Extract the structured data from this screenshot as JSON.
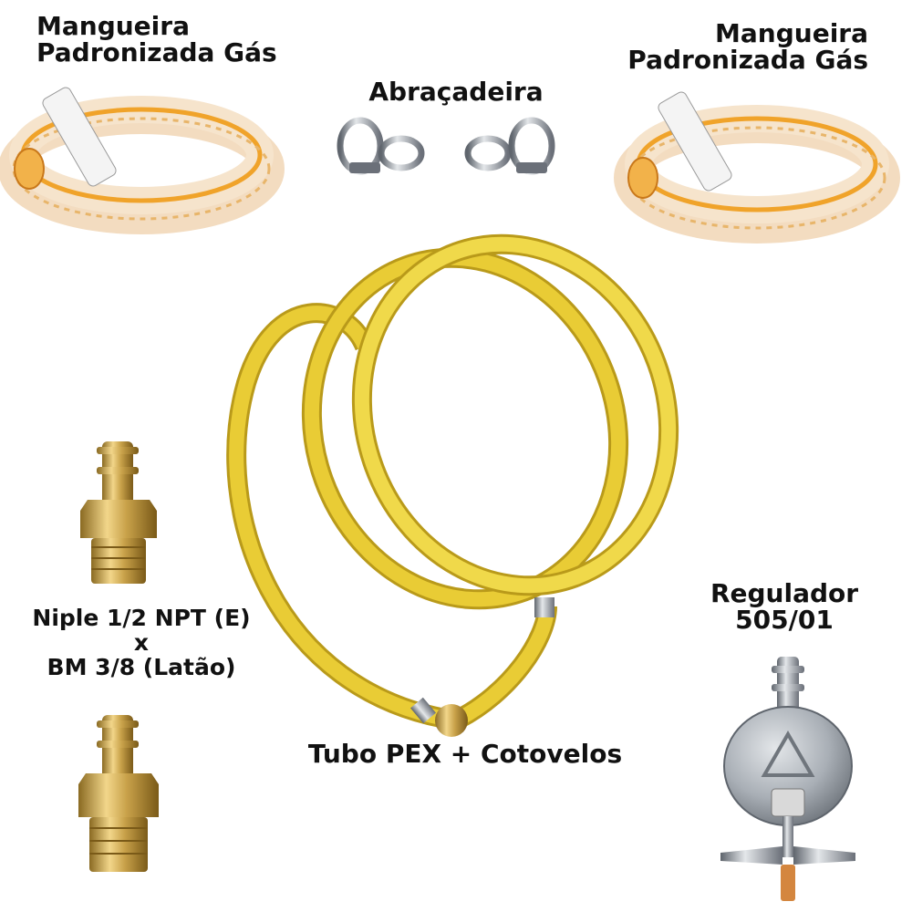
{
  "labels": {
    "hose_left": {
      "line1": "Mangueira",
      "line2": "Padronizada Gás"
    },
    "hose_right": {
      "line1": "Mangueira",
      "line2": "Padronizada Gás"
    },
    "clamp": "Abraçadeira",
    "niple": {
      "line1": "Niple 1/2 NPT (E)",
      "line2": "x",
      "line3": "BM 3/8 (Latão)"
    },
    "regulator": {
      "line1": "Regulador",
      "line2": "505/01"
    },
    "tube": "Tubo PEX + Cotovelos"
  },
  "colors": {
    "background": "#ffffff",
    "tube_yellow": "#e9cc35",
    "tube_shadow": "#b99a1a",
    "hose_clear": "#f3dcc0",
    "hose_stripe": "#f0a32a",
    "brass": "#c9a24a",
    "steel": "#9aa0a8",
    "regulator_body": "#a9afb6"
  },
  "icons": [
    "hose-icon",
    "hose-icon",
    "clamp-icon",
    "clamp-icon",
    "pex-tube-icon",
    "nipple-icon",
    "nipple-icon",
    "regulator-icon"
  ]
}
